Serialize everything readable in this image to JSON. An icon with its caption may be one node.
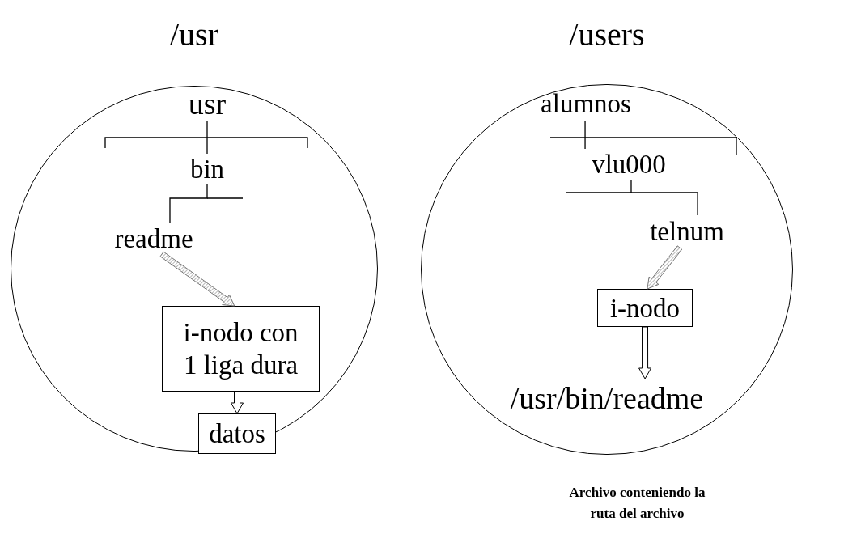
{
  "diagram": {
    "nodes": [
      {
        "text": [
          "/usr"
        ]
      },
      {
        "text": [
          "usr"
        ],
        "in": 0
      },
      {
        "text": [
          "bin"
        ],
        "in": 0
      },
      {
        "text": [
          "readme"
        ],
        "in": 0
      },
      {
        "text": [
          "i-nodo con 1 liga dura"
        ],
        "in": 0
      },
      {
        "text": [
          "datos"
        ],
        "in": 0
      },
      {
        "text": [
          "/users"
        ]
      },
      {
        "text": [
          "alumnos"
        ],
        "in": 6
      },
      {
        "text": [
          "vlu000"
        ],
        "in": 6
      },
      {
        "text": [
          "telnum"
        ],
        "in": 6
      },
      {
        "text": [
          "i-nodo"
        ],
        "in": 6
      },
      {
        "text": [
          "/usr/bin/readme"
        ],
        "in": 6
      }
    ],
    "edges": [
      {
        "from": 1,
        "to": 2,
        "arrow": "none"
      },
      {
        "from": 2,
        "to": 3,
        "arrow": "none"
      },
      {
        "from": 3,
        "to": 4,
        "arrow": "to",
        "style": "dashed"
      },
      {
        "from": 4,
        "to": 5,
        "arrow": "to",
        "style": "thick"
      },
      {
        "from": 7,
        "to": 8,
        "arrow": "none"
      },
      {
        "from": 8,
        "to": 9,
        "arrow": "none"
      },
      {
        "from": 9,
        "to": 10,
        "arrow": "to",
        "style": "dashed"
      },
      {
        "from": 10,
        "to": 11,
        "arrow": "to",
        "style": "thick"
      }
    ],
    "labels": [
      "Archivo conteniendo la ruta del archivo"
    ]
  }
}
